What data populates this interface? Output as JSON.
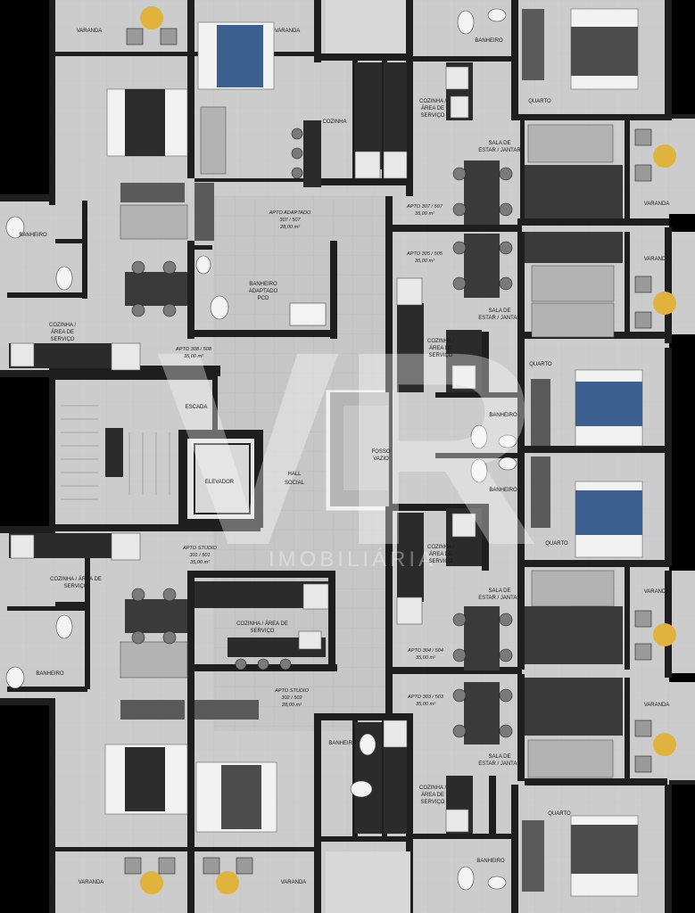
{
  "labels": {
    "varanda": "VARANDA",
    "banheiro": "BANHEIRO",
    "quarto": "QUARTO",
    "cozinha": "COZINHA",
    "cozinha_area_2l_a": "COZINHA /",
    "cozinha_area_2l_b": "ÁREA DE",
    "cozinha_area_2l_c": "SERVIÇO",
    "cozinha_area_1l": "COZINHA / ÁREA DE",
    "cozinha_area_1l_b": "SERVIÇO",
    "cozinha_area_1l_alt": "COZINHA / ÁREA DE",
    "sala_a": "SALA DE",
    "sala_b": "ESTAR / JANTAR",
    "escada": "ESCADA",
    "elevador": "ELEVADOR",
    "hall_a": "HALL",
    "hall_b": "SOCIAL",
    "fosso_a": "FOSSO",
    "fosso_b": "VAZIO",
    "banheiro_pcd_a": "BANHEIRO",
    "banheiro_pcd_b": "ADAPTADO",
    "banheiro_pcd_c": "PCD"
  },
  "units": [
    {
      "l1": "APTO ADAPTADO",
      "l2": "307 / 507",
      "l3": "28,00 m²"
    },
    {
      "l1": "APTO 307 / 507",
      "l2": "35,00 m²"
    },
    {
      "l1": "APTO 305 / 505",
      "l2": "35,00 m²"
    },
    {
      "l1": "APTO 308 / 508",
      "l2": "35,00 m²"
    },
    {
      "l1": "APTO STUDIO",
      "l2": "301 / 501",
      "l3": "35,00 m²"
    },
    {
      "l1": "APTO STUDIO",
      "l2": "302 / 502",
      "l3": "28,00 m²"
    },
    {
      "l1": "APTO 304 / 504",
      "l2": "35,00 m²"
    },
    {
      "l1": "APTO 303 / 503",
      "l2": "35,00 m²"
    }
  ],
  "watermark": {
    "letters": "VR",
    "text": "IMOBILIÁRIA"
  },
  "colors": {
    "floor": "#cfcfcf",
    "wall": "#1e1e1e",
    "accent_bed": "#3b5f8f",
    "table": "#e0b33c"
  }
}
